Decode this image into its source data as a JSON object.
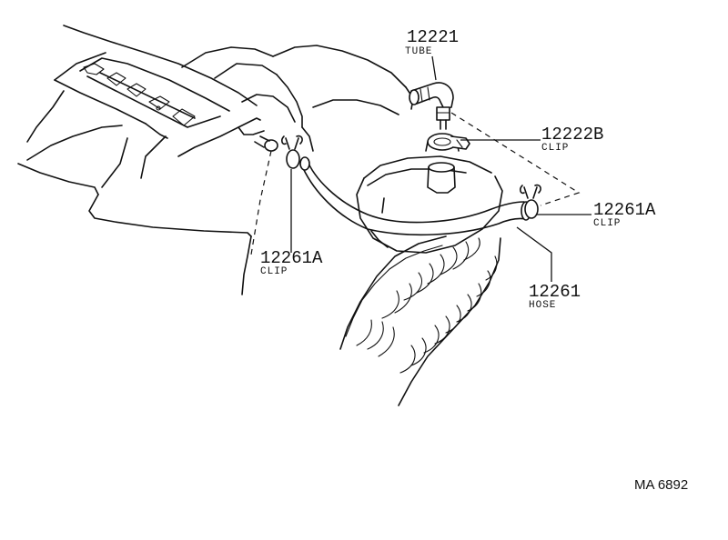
{
  "callouts": [
    {
      "part": "12221",
      "name": "TUBE"
    },
    {
      "part": "12222B",
      "name": "CLIP"
    },
    {
      "part": "12261A",
      "name": "CLIP"
    },
    {
      "part": "12261",
      "name": "HOSE"
    },
    {
      "part": "12261A",
      "name": "CLIP"
    }
  ],
  "drawing_code": "MA 6892"
}
